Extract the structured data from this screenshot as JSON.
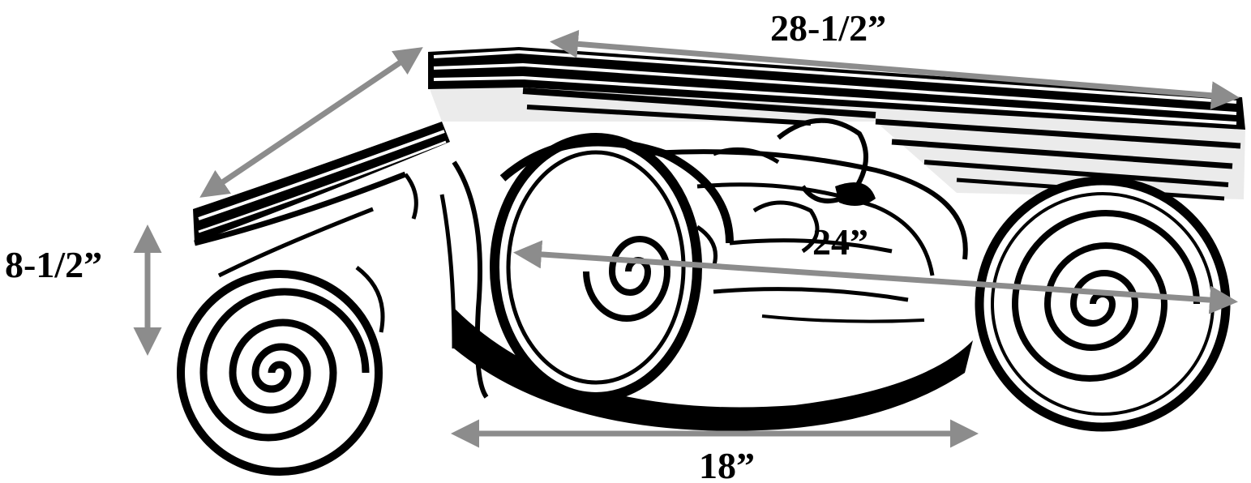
{
  "dimensions": {
    "top_width": "28-1/2”",
    "height": "8-1/2”",
    "diagonal": "24”",
    "bottom_width": "18”"
  },
  "colors": {
    "arrow": "#8c8c8c",
    "ink": "#000000",
    "background": "#ffffff"
  }
}
